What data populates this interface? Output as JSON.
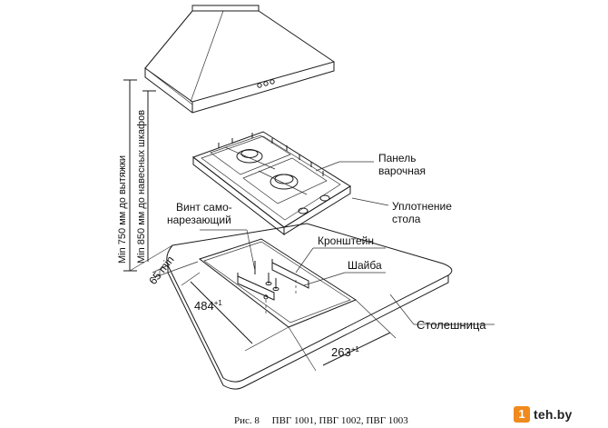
{
  "labels": {
    "hood_distance": "Min 750 мм до вытяжки",
    "cabinet_distance": "Min 850 мм до навесных шкафов",
    "panel_line1": "Панель",
    "panel_line2": "варочная",
    "seal_line1": "Уплотнение",
    "seal_line2": "стола",
    "screw_line1": "Винт само-",
    "screw_line2": "нарезающий",
    "bracket": "Кронштейн",
    "washer": "Шайба",
    "countertop": "Столешница"
  },
  "dimensions": {
    "depth_value": "484",
    "depth_tolerance": "+1",
    "width_value": "263",
    "width_tolerance": "+1",
    "min_offset": "65 min"
  },
  "caption": "Рис. 8     ПВГ 1001, ПВГ 1002, ПВГ 1003",
  "watermark": {
    "badge": "1",
    "text": "teh.by"
  },
  "colors": {
    "line": "#1a1a1a",
    "watermark_badge": "#f08a1c"
  }
}
